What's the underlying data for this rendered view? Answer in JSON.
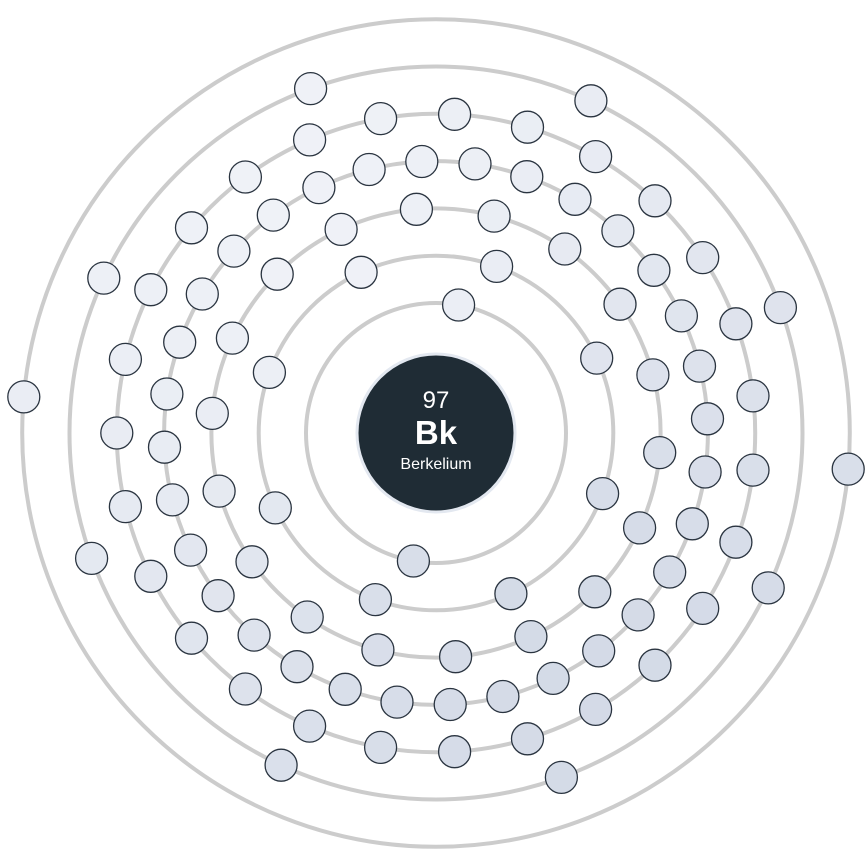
{
  "element": {
    "atomic_number": "97",
    "symbol": "Bk",
    "name": "Berkelium"
  },
  "shells": [
    {
      "electrons": 2
    },
    {
      "electrons": 8
    },
    {
      "electrons": 18
    },
    {
      "electrons": 32
    },
    {
      "electrons": 27
    },
    {
      "electrons": 8
    },
    {
      "electrons": 2
    }
  ],
  "colors": {
    "nucleus": "#1f2c35",
    "shell_ring": "#cccccc",
    "electron_inner": "#cfd6e4",
    "electron_outer": "#f4f6fa",
    "electron_stroke": "#2a3440"
  }
}
